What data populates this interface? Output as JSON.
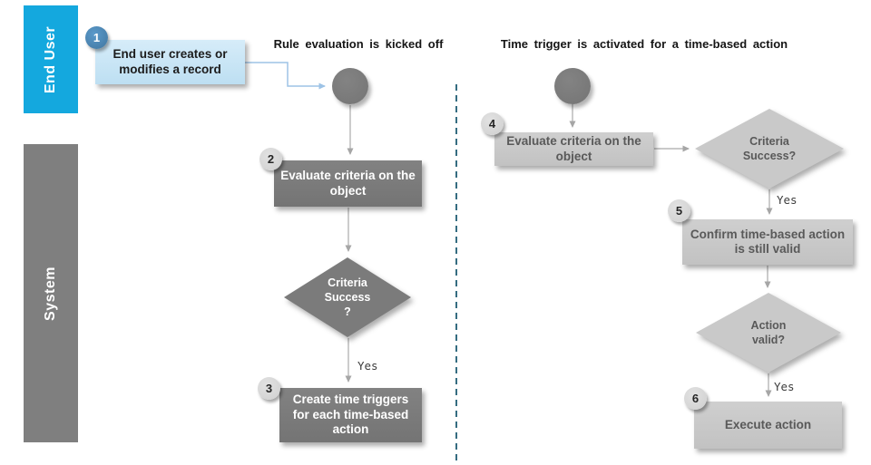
{
  "lanes": {
    "end_user": "End User",
    "system": "System"
  },
  "left_flow": {
    "title": "Rule evaluation is kicked off",
    "step1_badge": "1",
    "step1": "End user creates or modifies a record",
    "step2_badge": "2",
    "step2": "Evaluate criteria on the object",
    "decision_lines": [
      "Criteria",
      "Success",
      "?"
    ],
    "yes": "Yes",
    "step3_badge": "3",
    "step3": "Create time triggers for each time-based action"
  },
  "right_flow": {
    "title": "Time trigger is activated for a time-based action",
    "step4_badge": "4",
    "step4": "Evaluate criteria on the object",
    "decision1_lines": [
      "Criteria",
      "Success?"
    ],
    "yes1": "Yes",
    "step5_badge": "5",
    "step5": "Confirm time-based action is still valid",
    "decision2_lines": [
      "Action",
      "valid?"
    ],
    "yes2": "Yes",
    "step6_badge": "6",
    "step6": "Execute action"
  },
  "colors": {
    "end_user_lane": "#14A8DE",
    "system_lane": "#7F7F7F",
    "dark_shape": "#7B7B7B",
    "light_shape": "#C9C9C9",
    "step1_fill": "#C7E5F5",
    "badge1_fill": "#4A8EC2",
    "badge_gray_fill": "#D8D8D8",
    "connector_gray": "#A9A9A9",
    "connector_blue": "#9DC3E6",
    "divider_dashed": "#1F5C73"
  }
}
